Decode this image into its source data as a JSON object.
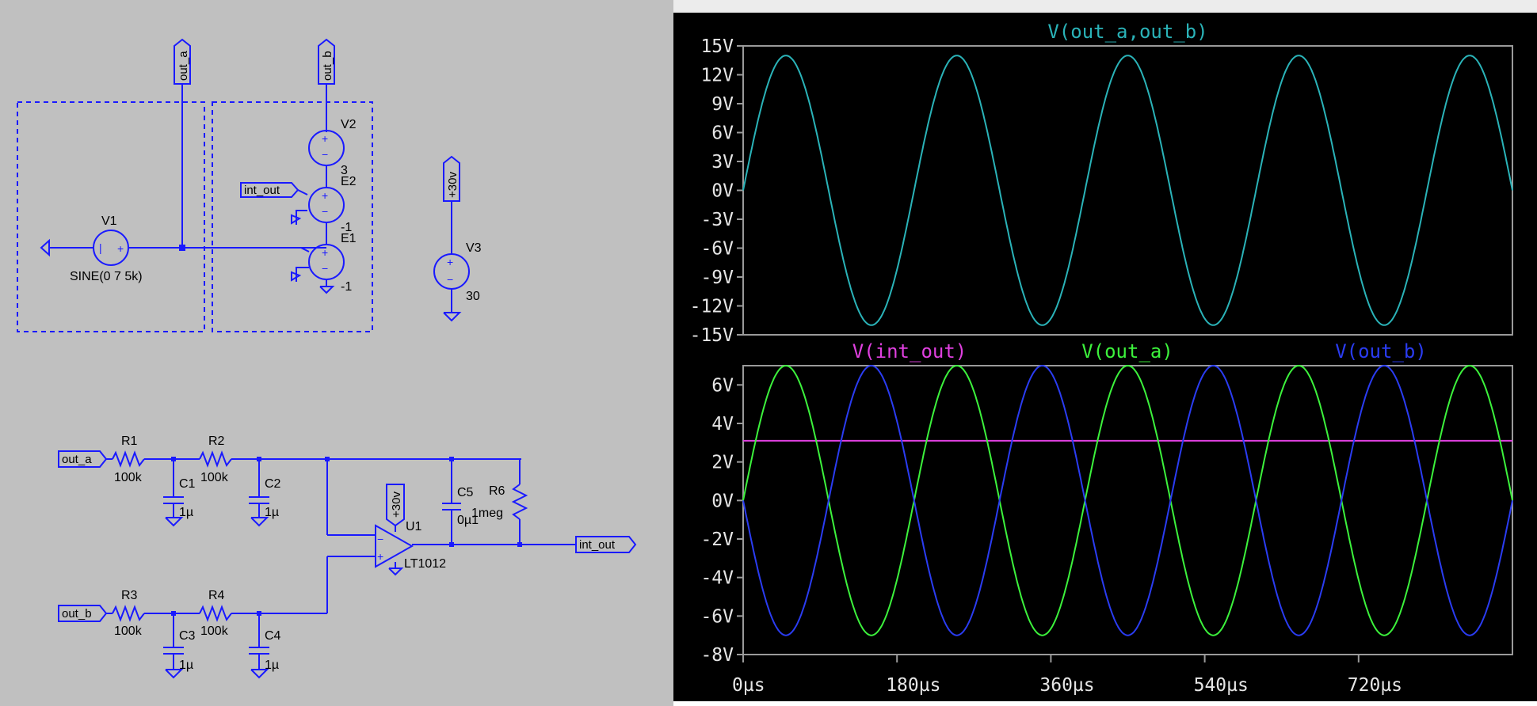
{
  "schematic": {
    "nets": {
      "out_a_top": "out_a",
      "out_b_top": "out_b",
      "int_out_left": "int_out",
      "plus30_top": "+30v",
      "out_a_in": "out_a",
      "out_b_in": "out_b",
      "plus30_opamp": "+30v",
      "int_out_right": "int_out"
    },
    "components": {
      "v1_name": "V1",
      "v1_value": "SINE(0 7 5k)",
      "v2_name": "V2",
      "v2_value": "3",
      "e2_name": "E2",
      "e2_value": "-1",
      "e1_name": "E1",
      "e1_value": "-1",
      "v3_name": "V3",
      "v3_value": "30",
      "r1_name": "R1",
      "r1_value": "100k",
      "r2_name": "R2",
      "r2_value": "100k",
      "r3_name": "R3",
      "r3_value": "100k",
      "r4_name": "R4",
      "r4_value": "100k",
      "c1_name": "C1",
      "c1_value": "1µ",
      "c2_name": "C2",
      "c2_value": "1µ",
      "c3_name": "C3",
      "c3_value": "1µ",
      "c4_name": "C4",
      "c4_value": "1µ",
      "c5_name": "C5",
      "c5_value": "0µ1",
      "r6_name": "R6",
      "r6_value": "1meg",
      "u1_name": "U1",
      "u1_value": "LT1012"
    },
    "wire_color": "#1a1aff"
  },
  "chart_data": [
    {
      "type": "line",
      "title": "V(out_a,out_b)",
      "series": [
        {
          "name": "V(out_a,out_b)",
          "color": "#2ab3b8",
          "amplitude": 14,
          "offset": 0,
          "frequency_hz": 5000,
          "phase": "sine"
        }
      ],
      "ylim": [
        -15,
        15
      ],
      "y_ticks": [
        "15V",
        "12V",
        "9V",
        "6V",
        "3V",
        "0V",
        "-3V",
        "-6V",
        "-9V",
        "-12V",
        "-15V"
      ],
      "xlim": [
        0,
        900
      ],
      "xunit": "µs",
      "grid": false
    },
    {
      "type": "line",
      "series": [
        {
          "name": "V(int_out)",
          "color": "#e040e0",
          "amplitude": 0,
          "offset": 3.1,
          "frequency_hz": 5000,
          "phase": "sine"
        },
        {
          "name": "V(out_a)",
          "color": "#3cf23c",
          "amplitude": 7,
          "offset": 0,
          "frequency_hz": 5000,
          "phase": "sine"
        },
        {
          "name": "V(out_b)",
          "color": "#2a3cf2",
          "amplitude": 7,
          "offset": 0,
          "frequency_hz": 5000,
          "phase": "negative-sine"
        }
      ],
      "ylim": [
        -8,
        7
      ],
      "y_ticks": [
        "6V",
        "4V",
        "2V",
        "0V",
        "-2V",
        "-4V",
        "-6V",
        "-8V"
      ],
      "x_ticks": [
        "0µs",
        "180µs",
        "360µs",
        "540µs",
        "720µs"
      ],
      "xlim": [
        0,
        900
      ],
      "xunit": "µs",
      "grid": false
    }
  ]
}
